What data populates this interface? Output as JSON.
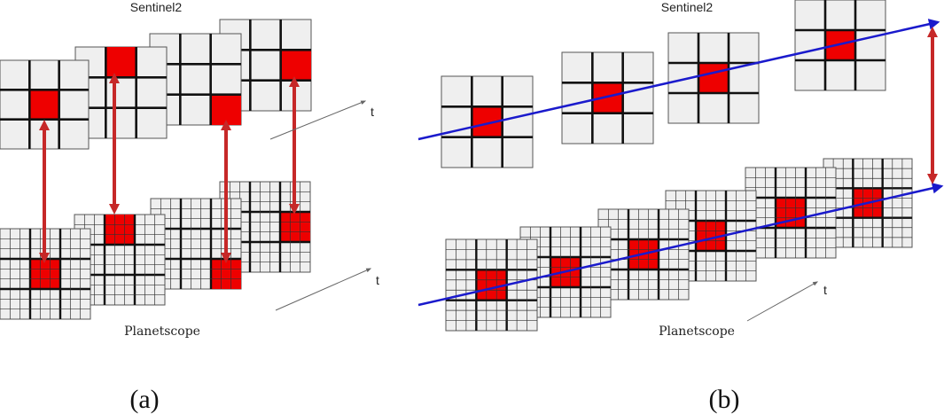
{
  "colors": {
    "cell_fill": "#efefef",
    "highlight": "#ee0000",
    "grid_line": "#111111",
    "correspondence_arrow": "#c62828",
    "trajectory_arrow": "#1a1acc",
    "time_arrow": "#666666"
  },
  "panel_a": {
    "sentinel_label": "Sentinel2",
    "planetscope_label": "Planetscope",
    "time_label_top": "t",
    "time_label_bottom": "t",
    "panel_label": "(a)"
  },
  "panel_b": {
    "sentinel_label": "Sentinel2",
    "planetscope_label": "Planetscope",
    "time_label": "t",
    "panel_label": "(b)"
  }
}
